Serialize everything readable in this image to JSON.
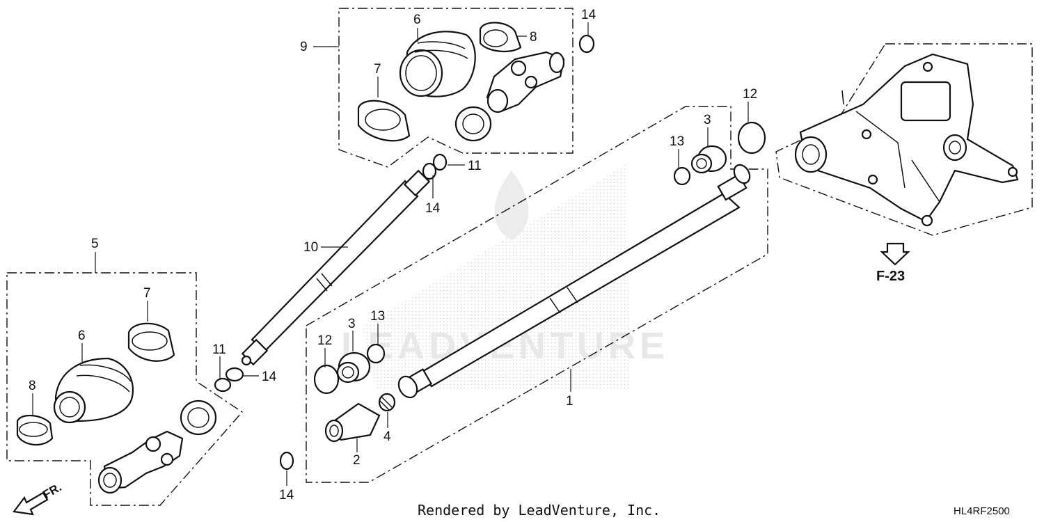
{
  "diagram": {
    "callouts": [
      {
        "id": "c1",
        "text": "1"
      },
      {
        "id": "c2",
        "text": "2"
      },
      {
        "id": "c3a",
        "text": "3"
      },
      {
        "id": "c3b",
        "text": "3"
      },
      {
        "id": "c4",
        "text": "4"
      },
      {
        "id": "c5",
        "text": "5"
      },
      {
        "id": "c6a",
        "text": "6"
      },
      {
        "id": "c6b",
        "text": "6"
      },
      {
        "id": "c7a",
        "text": "7"
      },
      {
        "id": "c7b",
        "text": "7"
      },
      {
        "id": "c8a",
        "text": "8"
      },
      {
        "id": "c8b",
        "text": "8"
      },
      {
        "id": "c9",
        "text": "9"
      },
      {
        "id": "c10",
        "text": "10"
      },
      {
        "id": "c11a",
        "text": "11"
      },
      {
        "id": "c11b",
        "text": "11"
      },
      {
        "id": "c12a",
        "text": "12"
      },
      {
        "id": "c12b",
        "text": "12"
      },
      {
        "id": "c13a",
        "text": "13"
      },
      {
        "id": "c13b",
        "text": "13"
      },
      {
        "id": "c14a",
        "text": "14"
      },
      {
        "id": "c14b",
        "text": "14"
      },
      {
        "id": "c14c",
        "text": "14"
      },
      {
        "id": "c14d",
        "text": "14"
      }
    ],
    "reference_label": "F-23",
    "direction_label": "FR.",
    "footer_text": "Rendered by LeadVenture, Inc.",
    "diagram_code": "HL4RF2500",
    "watermark_text": "LEADVENTURE"
  }
}
